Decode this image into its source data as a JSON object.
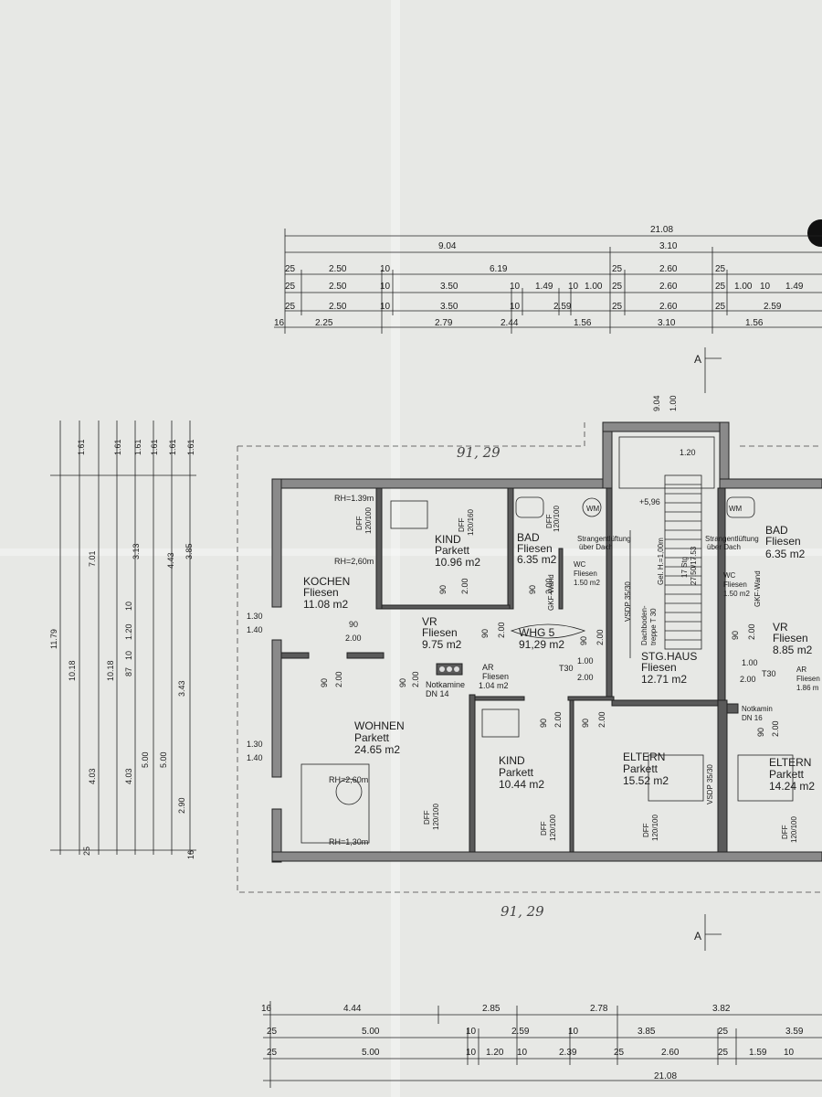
{
  "top_dims": {
    "total": "21.08",
    "row1": [
      "9.04",
      "3.10"
    ],
    "row2": [
      "25",
      "2.50",
      "10",
      "6.19",
      "25",
      "2.60",
      "25"
    ],
    "row3": [
      "25",
      "2.50",
      "10",
      "3.50",
      "10",
      "1.49",
      "10",
      "1.00",
      "25",
      "2.60",
      "25",
      "1.00",
      "10",
      "1.49"
    ],
    "row4": [
      "25",
      "2.50",
      "10",
      "3.50",
      "10",
      "2.59",
      "25",
      "2.60",
      "25",
      "2.59"
    ],
    "row5": [
      "16",
      "2.25",
      "2.79",
      "2.44",
      "1.56",
      "3.10",
      "1.56"
    ]
  },
  "left_dims": [
    "11.79",
    "10.18",
    "10.18",
    "7.01",
    "1.61",
    "1.61",
    "1.61",
    "1.61",
    "1.61",
    "1.61",
    "3.13",
    "4.43",
    "3.85",
    "4.03",
    "4.03",
    "5.00",
    "5.00",
    "3.43",
    "2.90",
    "25",
    "87",
    "10",
    "1.20",
    "10",
    "16"
  ],
  "bottom_dims": {
    "row1": [
      "16",
      "4.44",
      "2.85",
      "2.78",
      "3.82"
    ],
    "row2": [
      "25",
      "5.00",
      "10",
      "2.59",
      "10",
      "3.85",
      "25",
      "3.59"
    ],
    "row3": [
      "25",
      "5.00",
      "10",
      "1.20",
      "10",
      "2.39",
      "25",
      "2.60",
      "25",
      "1.59",
      "10"
    ],
    "total": "21.08"
  },
  "section_marks": {
    "top": "A",
    "bottom": "A"
  },
  "handwritten": {
    "top": "91, 29",
    "bottom": "91, 29"
  },
  "rooms": {
    "kochen": {
      "name": "KOCHEN",
      "floor": "Fliesen",
      "area": "11.08 m2"
    },
    "kind1": {
      "name": "KIND",
      "floor": "Parkett",
      "area": "10.96 m2"
    },
    "bad": {
      "name": "BAD",
      "floor": "Fliesen",
      "area": "6.35 m2"
    },
    "wc": {
      "name": "WC",
      "floor": "Fliesen",
      "area": "1.50 m2"
    },
    "vr": {
      "name": "VR",
      "floor": "Fliesen",
      "area": "9.75 m2"
    },
    "whg": {
      "name": "WHG 5",
      "area": "91,29 m2"
    },
    "ar": {
      "name": "AR",
      "floor": "Fliesen",
      "area": "1.04 m2"
    },
    "stg": {
      "name": "STG.HAUS",
      "floor": "Fliesen",
      "area": "12.71 m2"
    },
    "wohnen": {
      "name": "WOHNEN",
      "floor": "Parkett",
      "area": "24.65 m2"
    },
    "kind2": {
      "name": "KIND",
      "floor": "Parkett",
      "area": "10.44 m2"
    },
    "eltern1": {
      "name": "ELTERN",
      "floor": "Parkett",
      "area": "15.52 m2"
    },
    "eltern2": {
      "name": "ELTERN",
      "floor": "Parkett",
      "area": "14.24 m2"
    },
    "bad2": {
      "name": "BAD",
      "floor": "Fliesen",
      "area": "6.35 m2"
    },
    "wc2": {
      "name": "WC",
      "floor": "Fliesen",
      "area": "1.50 m2"
    },
    "vr2": {
      "name": "VR",
      "floor": "Fliesen",
      "area": "8.85 m2"
    },
    "ar2": {
      "name": "AR",
      "floor": "Fliesen",
      "area": "1.86 m"
    }
  },
  "labels": {
    "rh139": "RH=1.39m",
    "rh260a": "RH=2,60m",
    "rh260b": "RH=2,60m",
    "rh130": "RH=1,30m",
    "dff": "DFF",
    "dff_size": "120/100",
    "dff_size2": "120/160",
    "wm": "WM",
    "strang": "Strangentlüftung",
    "strang2": "über Dach",
    "gkf": "GKF-Wand",
    "notkamine": "Notkamine",
    "dn14": "DN 14",
    "notkamin2": "Notkamin",
    "dn16": "DN 16",
    "t30": "T30",
    "level": "+5,96",
    "gel": "Gel. H.=1,00m",
    "stg_steps": "17 Stg",
    "stg_ratio": "27.50/17.53",
    "dachboden": "Dachboden-",
    "treppe": "treppe T 30",
    "vsdp": "VSDP 35/30",
    "w130": "1.30",
    "w140": "1.40",
    "d90": "90",
    "d200": "2.00",
    "d100": "1.00",
    "d120": "1.20"
  }
}
